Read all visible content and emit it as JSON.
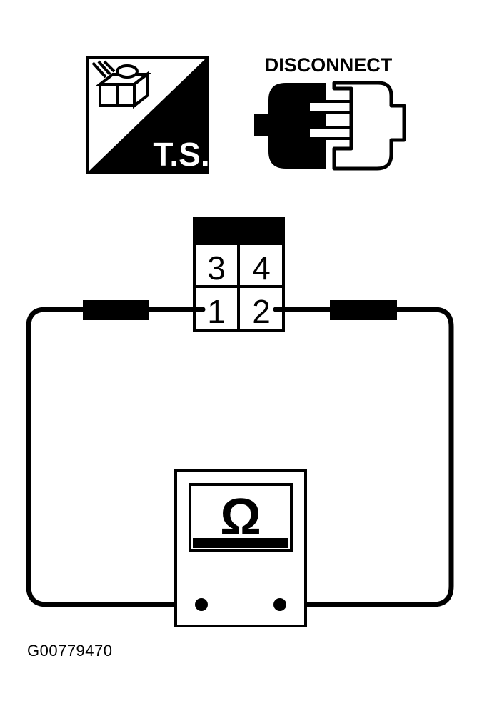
{
  "icons": {
    "ts_label": "T.S.",
    "disconnect_label": "DISCONNECT"
  },
  "connector": {
    "pins_top": [
      "3",
      "4"
    ],
    "pins_bottom": [
      "1",
      "2"
    ]
  },
  "meter": {
    "symbol": "Ω",
    "symbol_icon": "ohm-icon"
  },
  "figure_id": "G00779470"
}
